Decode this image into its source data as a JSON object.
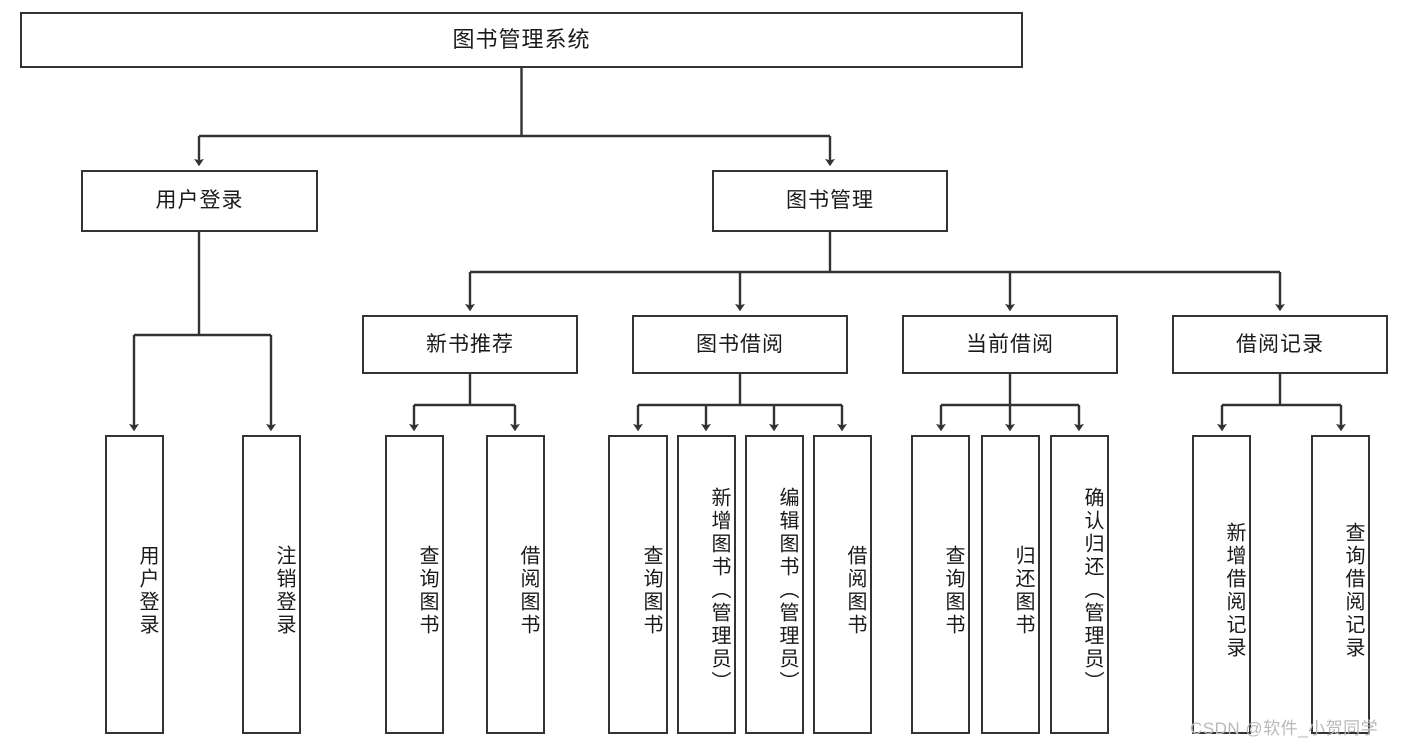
{
  "diagram": {
    "type": "tree-hierarchy-chart",
    "title": "图书管理系统",
    "orientation": "top-down",
    "line_color": "#333333",
    "box_border_color": "#333333",
    "box_fill_color": "#ffffff",
    "text_color": "#1a1a1a",
    "background_color": "#ffffff"
  },
  "nodes": {
    "root": {
      "label": "图书管理系统",
      "level": 1,
      "text_direction": "horizontal"
    },
    "level2": [
      {
        "id": "user-login",
        "label": "用户登录",
        "text_direction": "horizontal"
      },
      {
        "id": "book-management",
        "label": "图书管理",
        "text_direction": "horizontal"
      }
    ],
    "level3": [
      {
        "id": "new-book-recommend",
        "label": "新书推荐",
        "parent": "book-management",
        "text_direction": "horizontal"
      },
      {
        "id": "book-borrow",
        "label": "图书借阅",
        "parent": "book-management",
        "text_direction": "horizontal"
      },
      {
        "id": "current-borrow",
        "label": "当前借阅",
        "parent": "book-management",
        "text_direction": "horizontal"
      },
      {
        "id": "borrow-record",
        "label": "借阅记录",
        "parent": "book-management",
        "text_direction": "horizontal"
      }
    ],
    "leaves": [
      {
        "id": "leaf-user-login",
        "label": "用户登录",
        "parent": "user-login",
        "text_direction": "vertical"
      },
      {
        "id": "leaf-logout-login",
        "label": "注销登录",
        "parent": "user-login",
        "text_direction": "vertical"
      },
      {
        "id": "leaf-query-book-1",
        "label": "查询图书",
        "parent": "new-book-recommend",
        "text_direction": "vertical"
      },
      {
        "id": "leaf-borrow-book-1",
        "label": "借阅图书",
        "parent": "new-book-recommend",
        "text_direction": "vertical"
      },
      {
        "id": "leaf-query-book-2",
        "label": "查询图书",
        "parent": "book-borrow",
        "text_direction": "vertical"
      },
      {
        "id": "leaf-add-book",
        "label": "新增图书（管理员）",
        "parent": "book-borrow",
        "text_direction": "vertical"
      },
      {
        "id": "leaf-edit-book",
        "label": "编辑图书（管理员）",
        "parent": "book-borrow",
        "text_direction": "vertical"
      },
      {
        "id": "leaf-borrow-book-2",
        "label": "借阅图书",
        "parent": "book-borrow",
        "text_direction": "vertical"
      },
      {
        "id": "leaf-query-book-3",
        "label": "查询图书",
        "parent": "current-borrow",
        "text_direction": "vertical"
      },
      {
        "id": "leaf-return-book",
        "label": "归还图书",
        "parent": "current-borrow",
        "text_direction": "vertical"
      },
      {
        "id": "leaf-confirm-return",
        "label": "确认归还（管理员）",
        "parent": "current-borrow",
        "text_direction": "vertical"
      },
      {
        "id": "leaf-add-record",
        "label": "新增借阅记录",
        "parent": "borrow-record",
        "text_direction": "vertical"
      },
      {
        "id": "leaf-query-record",
        "label": "查询借阅记录",
        "parent": "borrow-record",
        "text_direction": "vertical"
      }
    ]
  },
  "watermark": {
    "text": "CSDN @软件_小贺同学"
  }
}
